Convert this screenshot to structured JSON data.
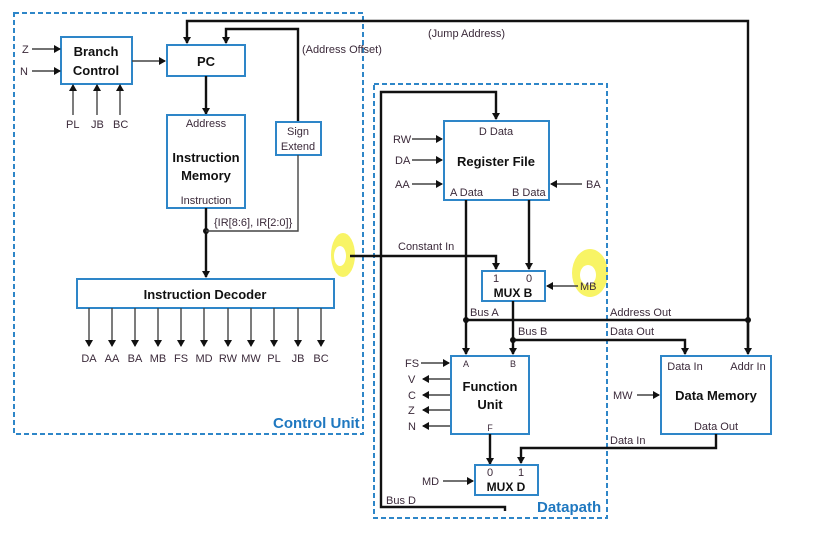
{
  "regions": {
    "control_unit": "Control Unit",
    "datapath": "Datapath"
  },
  "blocks": {
    "branch_control": [
      "Branch",
      "Control"
    ],
    "pc": "PC",
    "instruction_memory": {
      "title": [
        "Instruction",
        "Memory"
      ],
      "top": "Address",
      "bottom": "Instruction"
    },
    "sign_extend": [
      "Sign",
      "Extend"
    ],
    "instruction_decoder": "Instruction Decoder",
    "register_file": {
      "title": "Register File",
      "top": "D Data",
      "left_out": "A Data",
      "right_out": "B Data"
    },
    "mux_b": {
      "title": "MUX B",
      "in1": "1",
      "in0": "0"
    },
    "function_unit": {
      "title": [
        "Function",
        "Unit"
      ],
      "a": "A",
      "b": "B",
      "f": "F"
    },
    "mux_d": {
      "title": "MUX D",
      "in0": "0",
      "in1": "1"
    },
    "data_memory": {
      "title": "Data Memory",
      "data_in": "Data In",
      "addr_in": "Addr In",
      "data_out": "Data Out"
    }
  },
  "signals": {
    "branch_inputs": [
      "Z",
      "N"
    ],
    "branch_controls": [
      "PL",
      "JB",
      "BC"
    ],
    "decoder_outputs": [
      "DA",
      "AA",
      "BA",
      "MB",
      "FS",
      "MD",
      "RW",
      "MW",
      "PL",
      "JB",
      "BC"
    ],
    "regfile_inputs": [
      "RW",
      "DA",
      "AA"
    ],
    "regfile_ba": "BA",
    "mux_b_select": "MB",
    "fu_select": "FS",
    "fu_flags": [
      "V",
      "C",
      "Z",
      "N"
    ],
    "mux_d_select": "MD",
    "mem_write": "MW"
  },
  "wires": {
    "jump_address": "(Jump Address)",
    "address_offset": "(Address Offset)",
    "ir_bits": "{IR[8:6], IR[2:0]}",
    "constant_in": "Constant In",
    "bus_a": "Bus A",
    "bus_b": "Bus B",
    "bus_d": "Bus D",
    "address_out": "Address Out",
    "data_out": "Data Out",
    "data_in": "Data In"
  }
}
